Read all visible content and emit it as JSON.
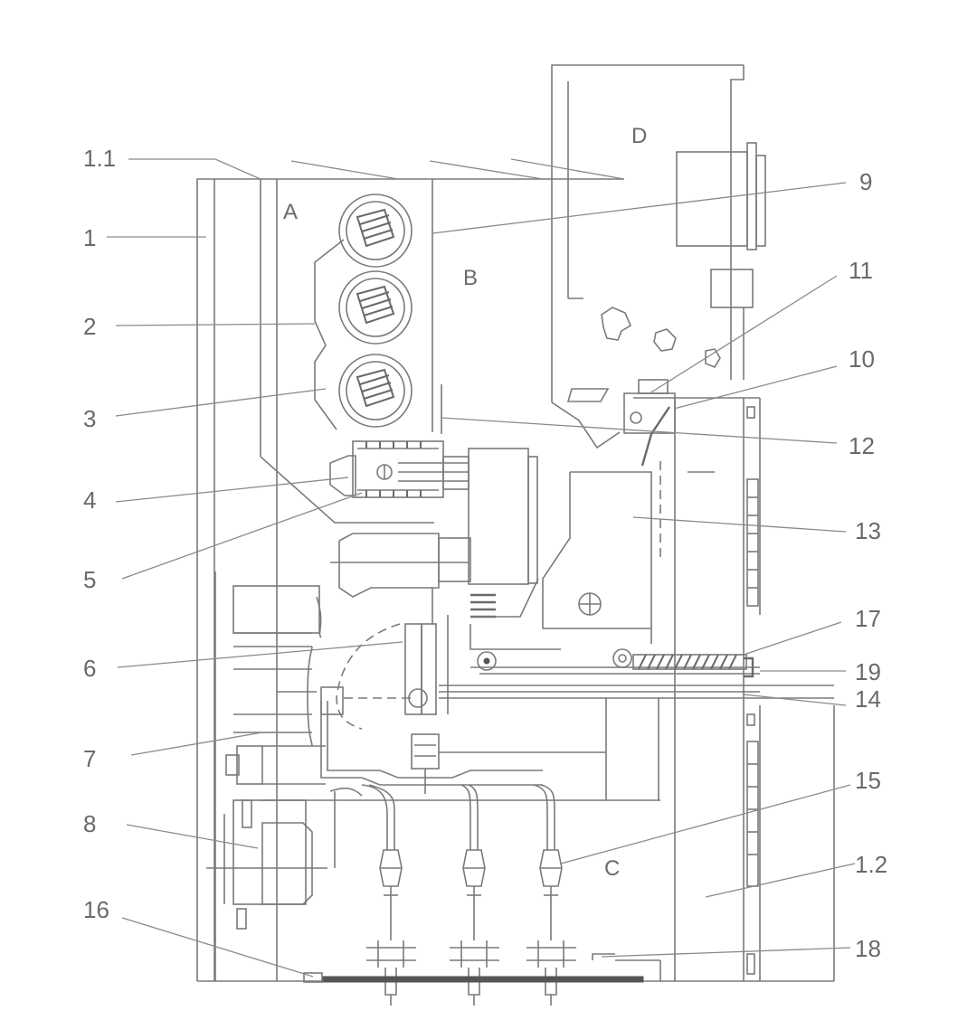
{
  "labels": {
    "l1_1": "1.1",
    "l1": "1",
    "l2": "2",
    "l3": "3",
    "l4": "4",
    "l5": "5",
    "l6": "6",
    "l7": "7",
    "l8": "8",
    "l16": "16",
    "l9": "9",
    "l11": "11",
    "l10": "10",
    "l12": "12",
    "l13": "13",
    "l17": "17",
    "l19": "19",
    "l14": "14",
    "l15": "15",
    "l1_2": "1.2",
    "l18": "18"
  },
  "zones": {
    "a": "A",
    "b": "B",
    "c": "C",
    "d": "D"
  },
  "colors": {
    "line": "#7a7a7a",
    "label": "#6a6a6a",
    "background": "#ffffff"
  }
}
